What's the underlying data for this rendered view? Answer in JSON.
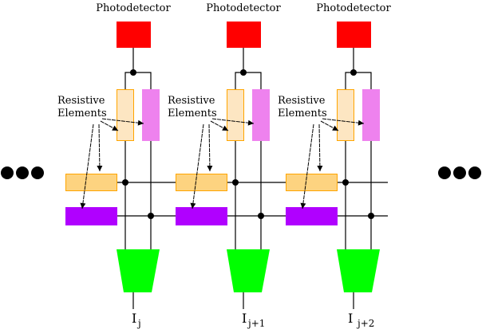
{
  "columns": [
    {
      "detector_label": "Photodetector",
      "resistor_label_line1": "Resistive",
      "resistor_label_line2": "Elements",
      "current_label": "I",
      "current_subscript": "j"
    },
    {
      "detector_label": "Photodetector",
      "resistor_label_line1": "Resistive",
      "resistor_label_line2": "Elements",
      "current_label": "I",
      "current_subscript": "j+1"
    },
    {
      "detector_label": "Photodetector",
      "resistor_label_line1": "Resistive",
      "resistor_label_line2": "Elements",
      "current_label": "I",
      "current_subscript": "j+2"
    }
  ],
  "colors": {
    "photodetector": "#ff0000",
    "resistor_light": "#fde6c2",
    "resistor_pink": "#ee82ee",
    "resistor_orange": "#fdd380",
    "resistor_purple": "#b000ff",
    "resistor_outline": "#ffa500",
    "amplifier": "#00ff00"
  },
  "ellipsis_icons": [
    "dots-left-icon",
    "dots-right-icon"
  ]
}
